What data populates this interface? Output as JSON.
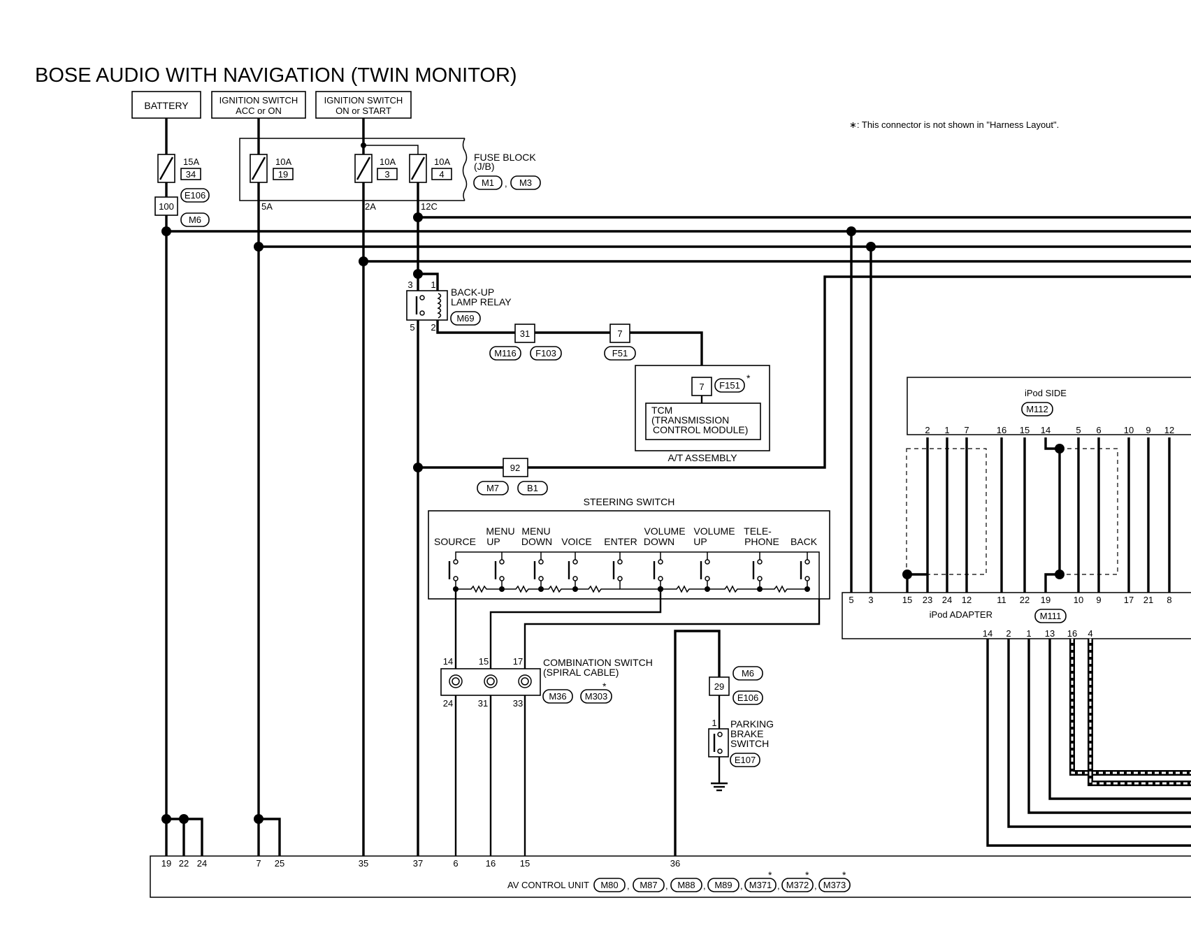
{
  "title": "BOSE AUDIO WITH NAVIGATION (TWIN MONITOR)",
  "note": "∗: This connector is not shown in \"Harness Layout\".",
  "asterisk": "*",
  "supplies": {
    "battery": "BATTERY",
    "ign_acc_1": "IGNITION SWITCH",
    "ign_acc_2": "ACC or ON",
    "ign_on_1": "IGNITION SWITCH",
    "ign_on_2": "ON or START"
  },
  "fuses": {
    "f15_rating": "15A",
    "f15_no": "34",
    "f19_rating": "10A",
    "f19_no": "19",
    "f3_rating": "10A",
    "f3_no": "3",
    "f4_rating": "10A",
    "f4_no": "4"
  },
  "fuse_block": {
    "name1": "FUSE BLOCK",
    "name2": "(J/B)",
    "conn1": "M1",
    "conn2": "M3",
    "sep": ",",
    "out_5a": "5A",
    "out_2a": "2A",
    "out_12c": "12C"
  },
  "battery_connector": {
    "pin": "100",
    "conn_e": "E106",
    "conn_m": "M6"
  },
  "backup_relay": {
    "name1": "BACK-UP",
    "name2": "LAMP RELAY",
    "conn": "M69",
    "pin3": "3",
    "pin1": "1",
    "pin5": "5",
    "pin2": "2"
  },
  "joint_31": {
    "pin": "31",
    "conn1": "M116",
    "conn2": "F103"
  },
  "joint_7": {
    "pin": "7",
    "conn": "F51"
  },
  "at_assembly": {
    "pin": "7",
    "conn": "F151",
    "tcm1": "TCM",
    "tcm2": "(TRANSMISSION",
    "tcm3": "CONTROL MODULE)",
    "label": "A/T ASSEMBLY"
  },
  "joint_92": {
    "pin": "92",
    "conn1": "M7",
    "conn2": "B1"
  },
  "steering_switch": {
    "title": "STEERING SWITCH",
    "sw_source": "SOURCE",
    "sw_menu_up_1": "MENU",
    "sw_menu_up_2": "UP",
    "sw_menu_down_1": "MENU",
    "sw_menu_down_2": "DOWN",
    "sw_voice": "VOICE",
    "sw_enter": "ENTER",
    "sw_vol_down_1": "VOLUME",
    "sw_vol_down_2": "DOWN",
    "sw_vol_up_1": "VOLUME",
    "sw_vol_up_2": "UP",
    "sw_tel_1": "TELE-",
    "sw_tel_2": "PHONE",
    "sw_back": "BACK"
  },
  "combination_switch": {
    "name1": "COMBINATION SWITCH",
    "name2": "(SPIRAL CABLE)",
    "conn1": "M36",
    "conn2": "M303",
    "top_pins": [
      "14",
      "15",
      "17"
    ],
    "bottom_pins": [
      "24",
      "31",
      "33"
    ]
  },
  "parking_brake": {
    "joint_pin": "29",
    "conn_m": "M6",
    "conn_e": "E106",
    "pin": "1",
    "name1": "PARKING",
    "name2": "BRAKE",
    "name3": "SWITCH",
    "conn": "E107"
  },
  "ipod_side": {
    "title": "iPod SIDE",
    "conn": "M112",
    "pins": [
      "2",
      "1",
      "7",
      "16",
      "15",
      "14",
      "5",
      "6",
      "10",
      "9",
      "12"
    ]
  },
  "ipod_adapter": {
    "title": "iPod ADAPTER",
    "conn": "M111",
    "top_pins": [
      "5",
      "3",
      "15",
      "23",
      "24",
      "12",
      "11",
      "22",
      "19",
      "10",
      "9",
      "17",
      "21",
      "8"
    ],
    "bottom_pins": [
      "14",
      "2",
      "1",
      "13",
      "16",
      "4"
    ]
  },
  "av_control_unit": {
    "title": "AV CONTROL UNIT",
    "pins": [
      "19",
      "22",
      "24",
      "7",
      "25",
      "35",
      "37",
      "6",
      "16",
      "15",
      "36"
    ],
    "conns": [
      "M80",
      "M87",
      "M88",
      "M89",
      "M371",
      "M372",
      "M373"
    ]
  }
}
